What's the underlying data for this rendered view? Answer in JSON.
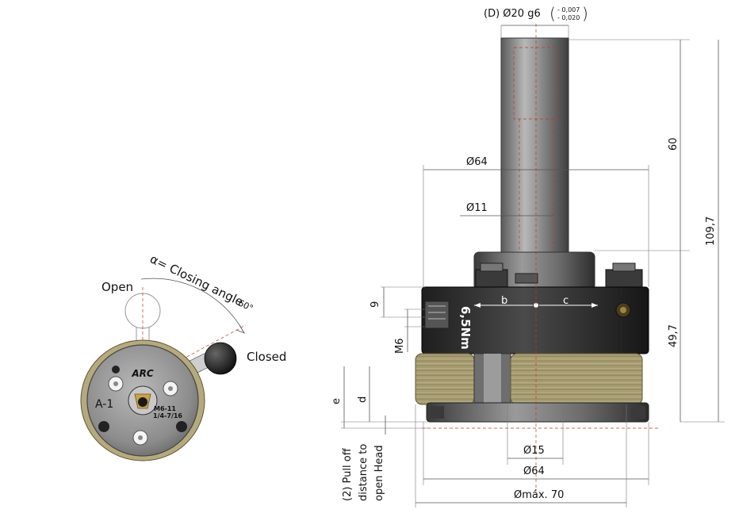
{
  "colors": {
    "steel_dark": "#2b2b2b",
    "steel_mid": "#7a7a7a",
    "steel_light": "#cfcfcf",
    "spring_gold": "#bfb58a",
    "centerline_red": "#c0392b",
    "arrow_white": "#ffffff"
  },
  "left_view": {
    "closing_angle_label": "α= Closing angle",
    "closing_angle_value": "60°",
    "open_label": "Open",
    "closed_label": "Closed",
    "brand_text": "ARC",
    "model_text": "A-1",
    "thread_text_1": "M6-11",
    "thread_text_2": "1/4-7/16"
  },
  "right_view": {
    "shank_dia_label": "(D) Ø20 g6",
    "shank_tol_upper": "- 0,007",
    "shank_tol_lower": "- 0,020",
    "dia_64_top": "Ø64",
    "dia_11": "Ø11",
    "dim_60": "60",
    "dim_109_7": "109,7",
    "dim_49_7": "49,7",
    "dim_9": "9",
    "dim_m6": "M6",
    "dim_e": "e",
    "dim_d": "d",
    "label_b": "b",
    "label_c": "c",
    "torque_text": "6,5Nm",
    "dia_15": "Ø15",
    "dia_64_bottom": "Ø64",
    "dia_max_70": "Ømáx. 70",
    "pull_off_line1": "(2) Pull off",
    "pull_off_line2": "distance to",
    "pull_off_line3": "open Head"
  }
}
